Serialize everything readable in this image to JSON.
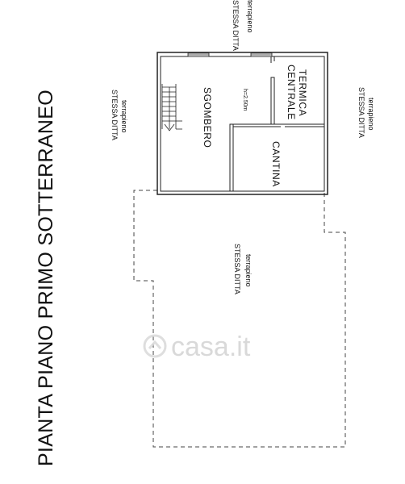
{
  "title": "PIANTA PIANO PRIMO SOTTERRANEO",
  "rooms": {
    "sgombero": "SGOMBERO",
    "centrale_line1": "CENTRALE",
    "centrale_line2": "TERMICA",
    "cantina": "CANTINA"
  },
  "height_note": "h=2.50m",
  "surroundings": {
    "left_line1": "STESSA DITTA",
    "left_line2": "terrapieno",
    "right_line1": "STESSA DITTA",
    "right_line2": "terrapieno",
    "center_line1": "STESSA DITTA",
    "center_line2": "terrapieno",
    "top_line1": "STESSA DITTA",
    "top_line2": "terrapieno"
  },
  "watermark": "casa.it"
}
